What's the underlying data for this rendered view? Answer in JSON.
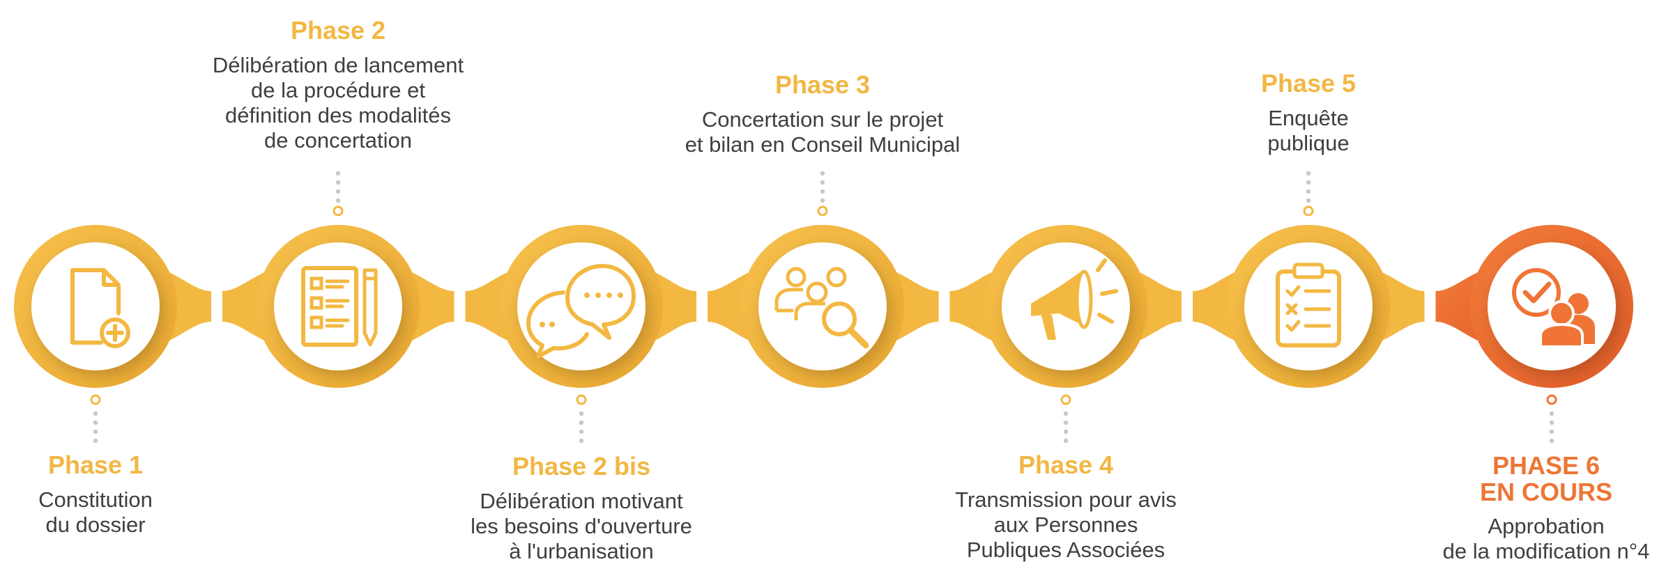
{
  "colors": {
    "primary": "#f3b842",
    "primary_dark": "#eaa830",
    "active": "#ef7436",
    "active_dark": "#e35f2a",
    "connector": "#c8c8c8",
    "text": "#3f3f3f"
  },
  "phases": [
    {
      "title": "Phase 1",
      "description": "Constitution\ndu dossier",
      "icon": "document-add-icon",
      "position": "bottom",
      "status": "done"
    },
    {
      "title": "Phase 2",
      "description": "Délibération de lancement\nde la procédure et\ndéfinition des modalités\nde concertation",
      "icon": "form-checklist-pencil-icon",
      "position": "top",
      "status": "done"
    },
    {
      "title": "Phase 2 bis",
      "description": "Délibération motivant\nles besoins d'ouverture\nà l'urbanisation",
      "icon": "chat-bubbles-icon",
      "position": "bottom",
      "status": "done"
    },
    {
      "title": "Phase 3",
      "description": "Concertation sur le projet\net bilan en Conseil Municipal",
      "icon": "people-search-icon",
      "position": "top",
      "status": "done"
    },
    {
      "title": "Phase 4",
      "description": "Transmission pour avis\naux Personnes\nPubliques Associées",
      "icon": "megaphone-icon",
      "position": "bottom",
      "status": "done"
    },
    {
      "title": "Phase 5",
      "description": "Enquête\npublique",
      "icon": "clipboard-checklist-icon",
      "position": "top",
      "status": "done"
    },
    {
      "title": "PHASE 6\nEN COURS",
      "description": "Approbation\nde la modification n°4",
      "icon": "users-check-icon",
      "position": "bottom",
      "status": "current"
    }
  ]
}
